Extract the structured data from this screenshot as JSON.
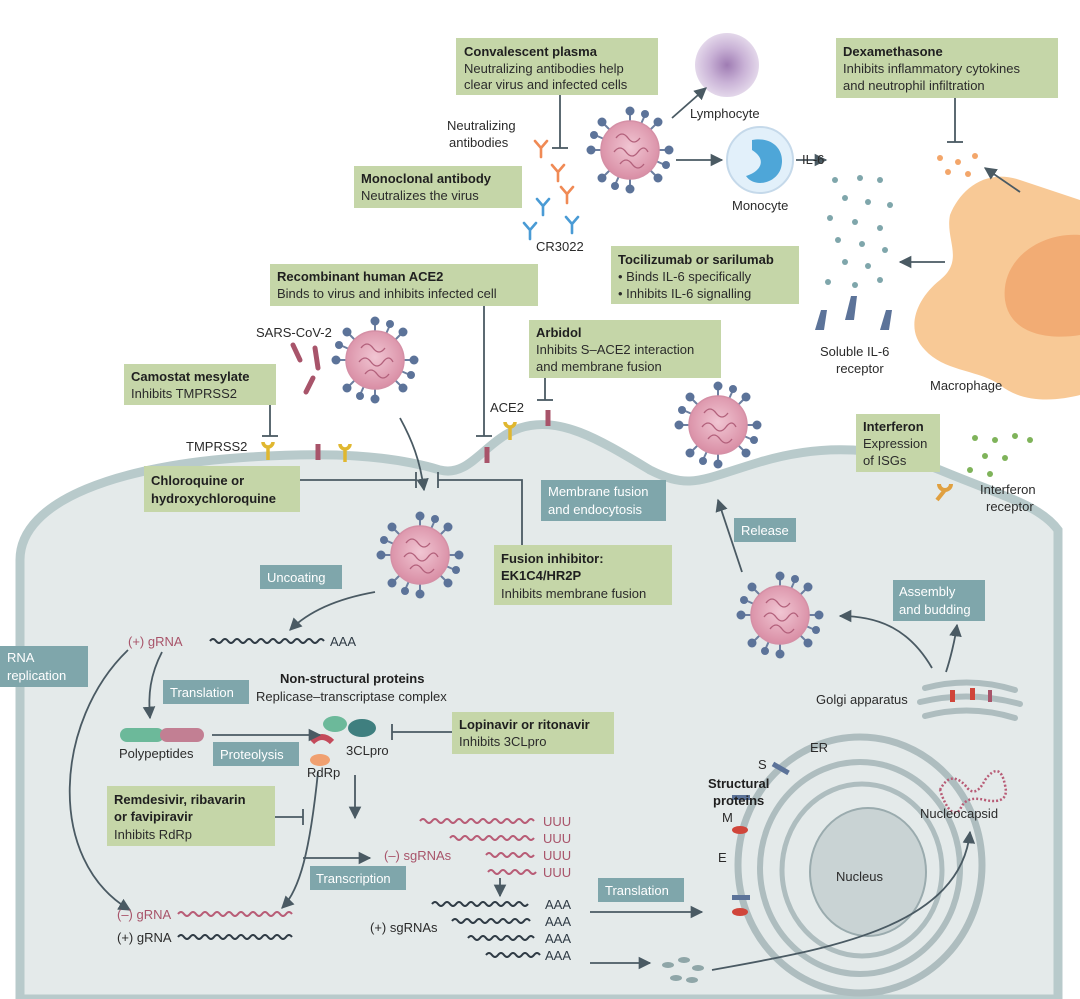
{
  "drugs": {
    "convalescent_plasma": {
      "title": "Convalescent plasma",
      "line1": "Neutralizing antibodies help",
      "line2": "clear virus and infected cells"
    },
    "dexamethasone": {
      "title": "Dexamethasone",
      "line1": "Inhibits inflammatory cytokines",
      "line2": "and neutrophil infiltration"
    },
    "monoclonal": {
      "title": "Monoclonal antibody",
      "line1": "Neutralizes the virus"
    },
    "tocilizumab": {
      "title": "Tocilizumab or sarilumab",
      "line1": "• Binds IL-6 specifically",
      "line2": "• Inhibits IL-6 signalling"
    },
    "rhace2": {
      "title": "Recombinant human ACE2",
      "line1": "Binds to virus and inhibits infected cell"
    },
    "arbidol": {
      "title": "Arbidol",
      "line1": "Inhibits S–ACE2 interaction",
      "line2": "and membrane fusion"
    },
    "camostat": {
      "title": "Camostat mesylate",
      "line1": "Inhibits TMPRSS2"
    },
    "interferon": {
      "title": "Interferon",
      "line1": "Expression",
      "line2": "of ISGs"
    },
    "chloroquine": {
      "line1": "Chloroquine or",
      "line2": "hydroxychloroquine"
    },
    "fusion_inhibitor": {
      "line1": "Fusion inhibitor:",
      "line2": "EK1C4/HR2P",
      "line3": "Inhibits membrane fusion"
    },
    "lopinavir": {
      "title": "Lopinavir or ritonavir",
      "line1": "Inhibits 3CLpro"
    },
    "remdesivir": {
      "line1": "Remdesivir, ribavarin",
      "line2": "or favipiravir",
      "line3": "Inhibits RdRp"
    }
  },
  "steps": {
    "membrane_fusion": {
      "line1": "Membrane fusion",
      "line2": "and endocytosis"
    },
    "release": "Release",
    "uncoating": "Uncoating",
    "assembly": {
      "line1": "Assembly",
      "line2": "and budding"
    },
    "rna_replication": {
      "line1": "RNA",
      "line2": "replication"
    },
    "translation1": "Translation",
    "proteolysis": "Proteolysis",
    "transcription": "Transcription",
    "translation2": "Translation"
  },
  "labels": {
    "neutralizing": {
      "line1": "Neutralizing",
      "line2": "antibodies"
    },
    "lymphocyte": "Lymphocyte",
    "monocyte": "Monocyte",
    "il6": "IL-6",
    "cr3022": "CR3022",
    "soluble": {
      "line1": "Soluble IL-6",
      "line2": "receptor"
    },
    "macrophage": "Macrophage",
    "sarscov2": "SARS-CoV-2",
    "ace2": "ACE2",
    "tmprss2": "TMPRSS2",
    "interferon_receptor": {
      "line1": "Interferon",
      "line2": "receptor"
    },
    "plus_grna": "(+) gRNA",
    "aaa": "AAA",
    "nsp": {
      "title": "Non-structural proteins",
      "subtitle": "Replicase–transcriptase complex"
    },
    "polypeptides": "Polypeptides",
    "clpro": "3CLpro",
    "rdrp": "RdRp",
    "golgi": "Golgi apparatus",
    "er": "ER",
    "s": "S",
    "structural": {
      "line1": "Structural",
      "line2": "proteins"
    },
    "m": "M",
    "e": "E",
    "nucleocapsid": "Nucleocapsid",
    "nucleus": "Nucleus",
    "uuu": "UUU",
    "minus_sgrnas": "(–) sgRNAs",
    "plus_sgrnas": "(+) sgRNAs",
    "minus_grna": "(–) gRNA",
    "plus_grna2": "(+) gRNA"
  },
  "colors": {
    "drug_box": "#c5d6a8",
    "step_box": "#7fa6ab",
    "cell_fill": "#e4eaea",
    "cell_stroke": "#b8cacb",
    "virus_pink": "#dfa0b4",
    "spike_blue": "#5c7399",
    "macrophage": "#f8c996",
    "rna_pink": "#b85c76"
  }
}
